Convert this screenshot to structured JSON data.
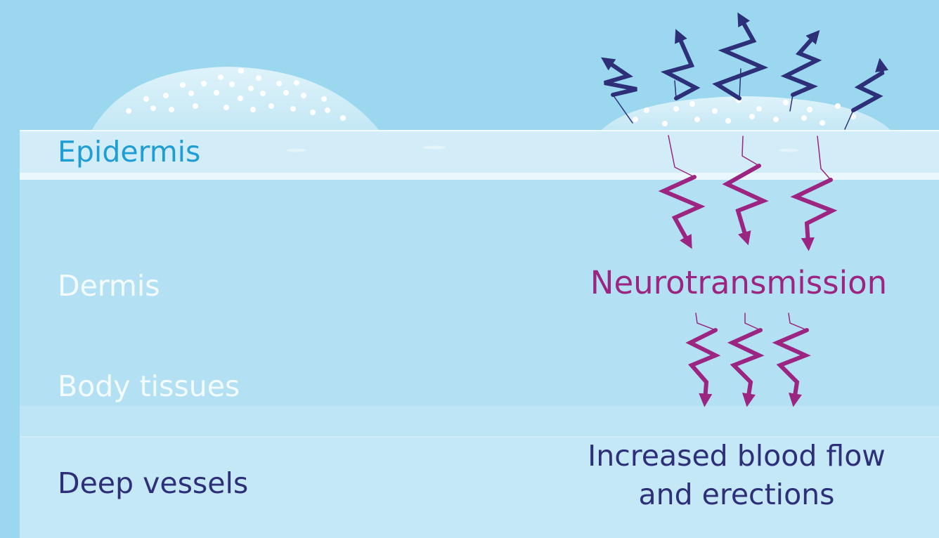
{
  "layers": {
    "epidermis": "Epidermis",
    "dermis": "Dermis",
    "body_tissues": "Body tissues",
    "deep_vessels": "Deep vessels"
  },
  "process": {
    "neurotransmission": "Neurotransmission",
    "effect_line1": "Increased blood flow",
    "effect_line2": "and erections"
  },
  "colors": {
    "background": "#9bd8ef",
    "epidermis_band": "#d2edf7",
    "dermis": "#b3e1f3",
    "deep_layer": "#c4e8f6",
    "outgoing_signal": "#2e2f79",
    "neuro_signal": "#9b2580",
    "epidermis_text": "#1f9ed6"
  },
  "icons": [
    "outgoing-zigzag-arrow",
    "inward-zigzag-arrow",
    "droplet-dome"
  ]
}
